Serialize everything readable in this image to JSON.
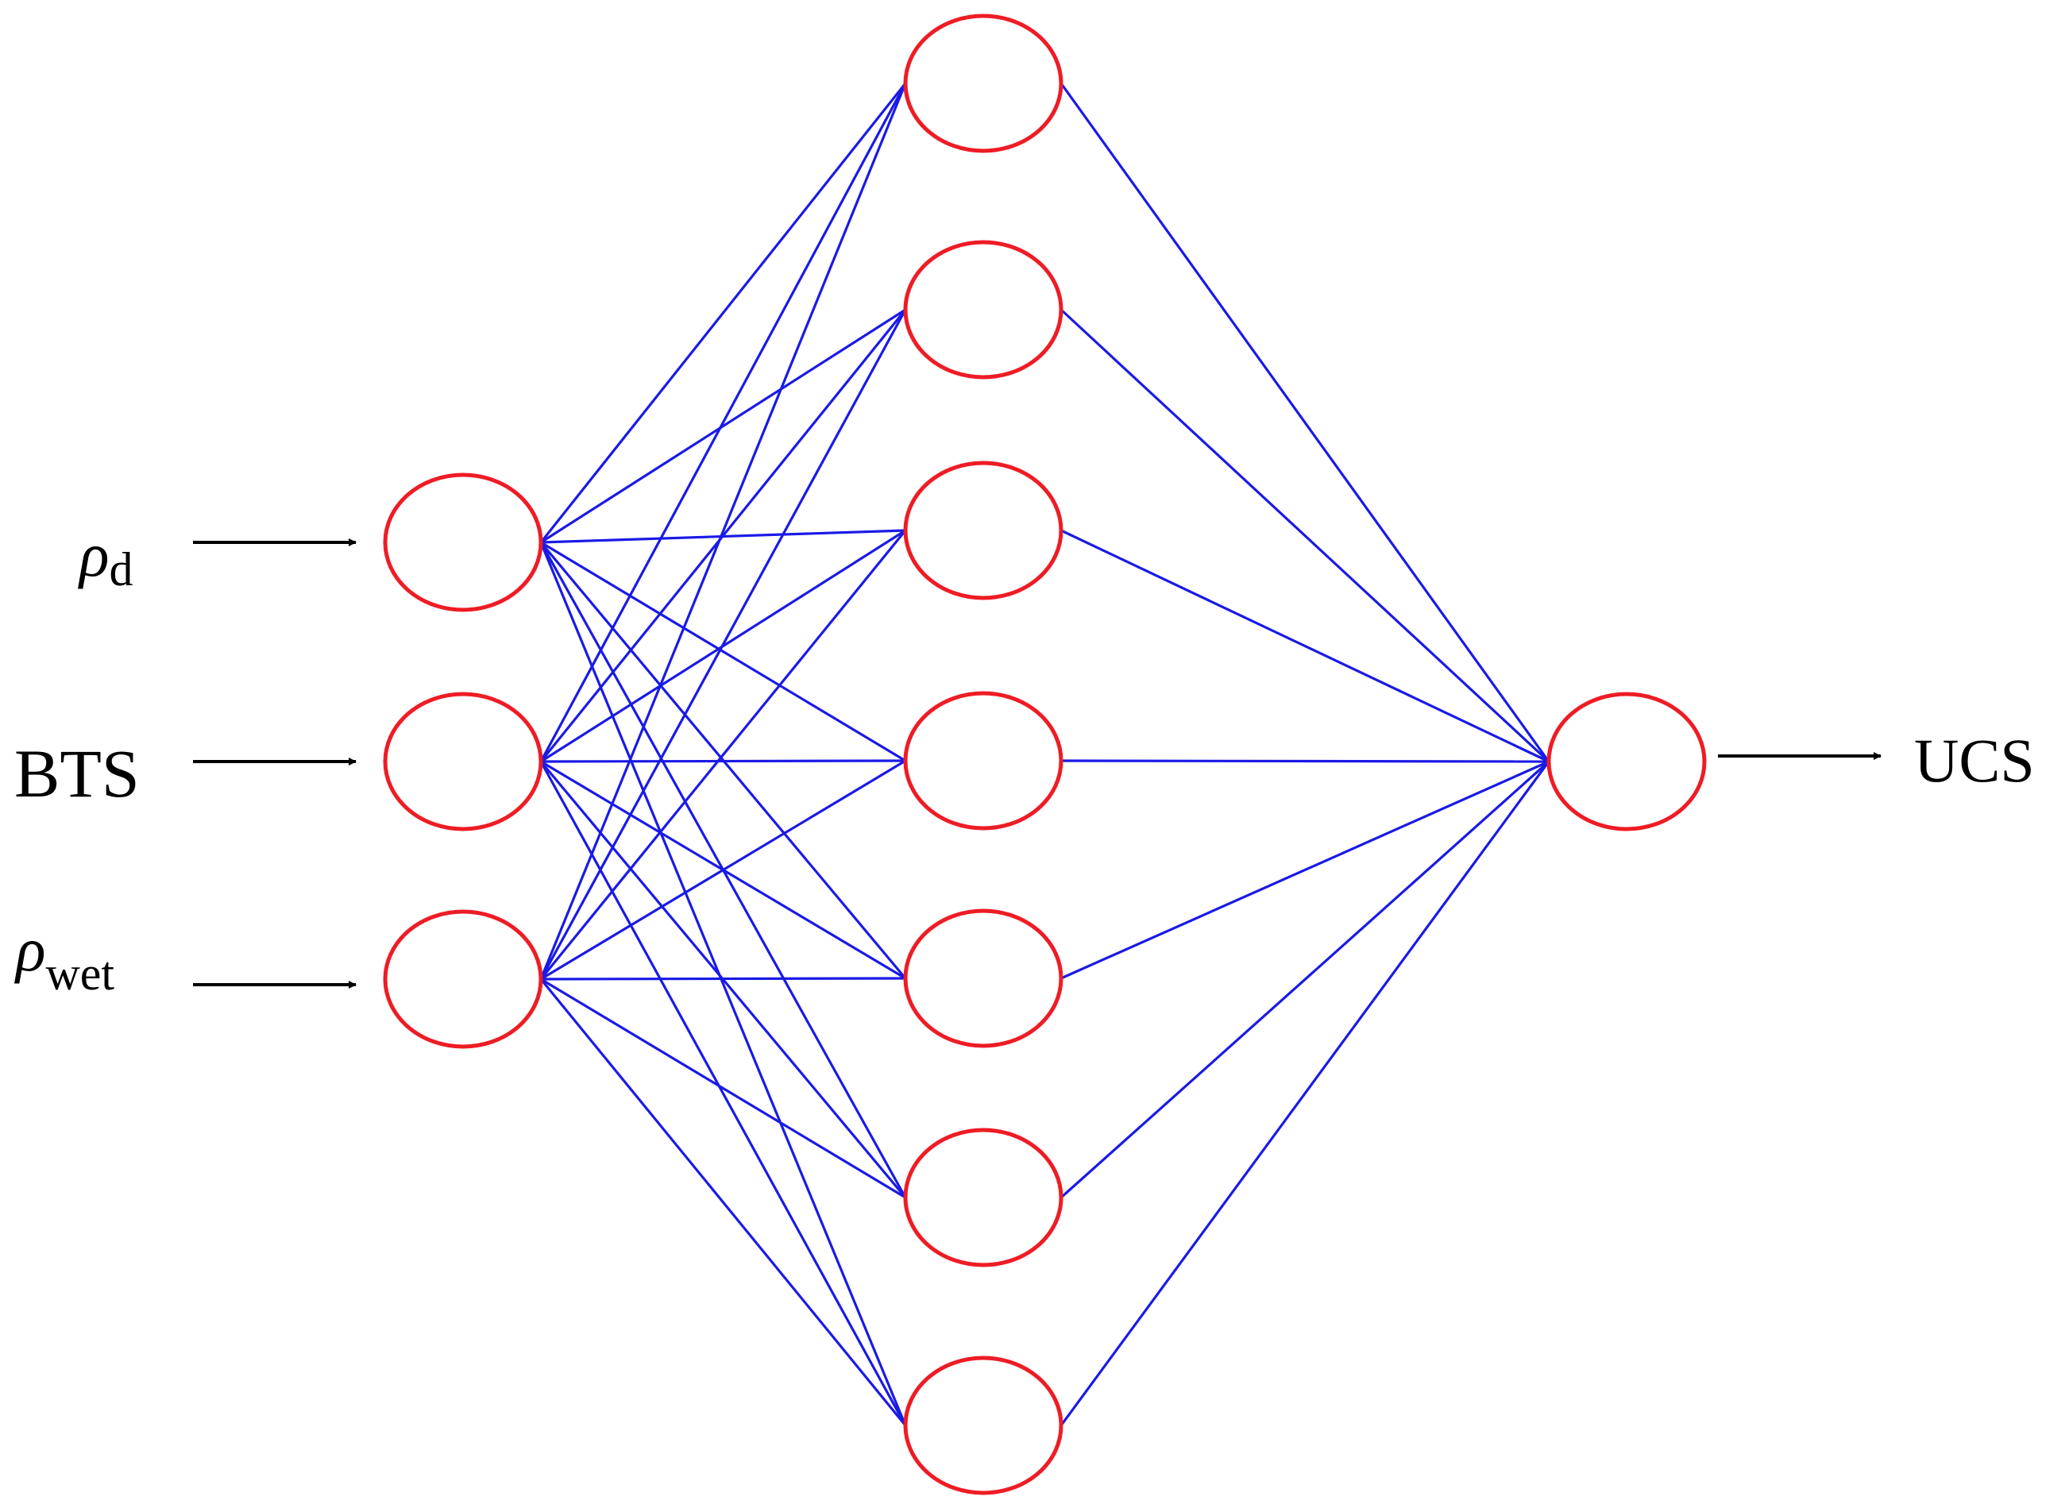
{
  "inputs": [
    {
      "symbol": "ρ",
      "subscript": "d"
    },
    {
      "text": "BTS"
    },
    {
      "symbol": "ρ",
      "subscript": "wet"
    }
  ],
  "output": {
    "text": "UCS"
  },
  "layers": {
    "input": 3,
    "hidden": 7,
    "output": 1
  },
  "colors": {
    "node": "#ee1c25",
    "edge": "#1a1ae6",
    "arrow": "#000000",
    "text": "#000000"
  }
}
